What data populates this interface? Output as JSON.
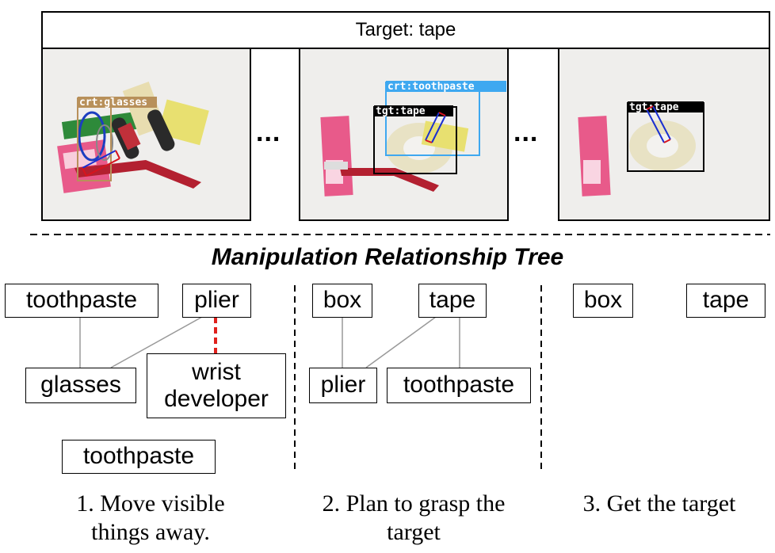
{
  "header": {
    "target_label": "Target: tape"
  },
  "separator_dots": [
    "...",
    "..."
  ],
  "photos": [
    {
      "labels": [
        "crt:glasses"
      ]
    },
    {
      "labels": [
        "crt:toothpaste",
        "tgt:tape"
      ]
    },
    {
      "labels": [
        "tgt:tape"
      ]
    }
  ],
  "section_title": "Manipulation Relationship Tree",
  "trees": [
    {
      "nodes": [
        "toothpaste",
        "plier",
        "glasses",
        "wrist developer",
        "toothpaste"
      ]
    },
    {
      "nodes": [
        "box",
        "tape",
        "plier",
        "toothpaste"
      ]
    },
    {
      "nodes": [
        "box",
        "tape"
      ]
    }
  ],
  "captions": [
    {
      "line1": "1. Move visible",
      "line2": "things away."
    },
    {
      "line1": "2. Plan to grasp the",
      "line2": "target"
    },
    {
      "line1": "3. Get the target",
      "line2": ""
    }
  ],
  "colors": {
    "crt_box_brown": "#b8905a",
    "crt_box_blue": "#3ea8f0",
    "tgt_box": "#000000",
    "grasp_red": "#d8141e",
    "grasp_blue": "#1a2fd0",
    "dashed_edge": "#e0201c"
  }
}
